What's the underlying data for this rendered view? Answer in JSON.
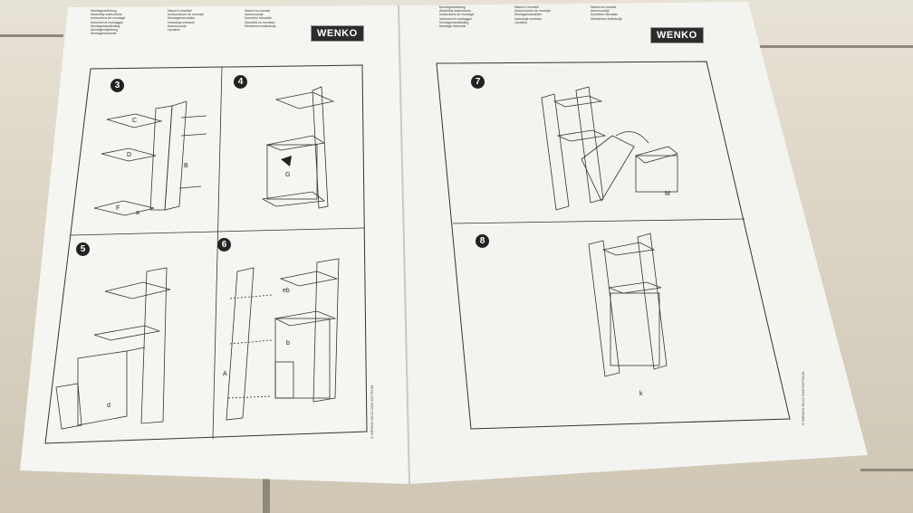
{
  "brand": {
    "left_logo": "WENKO",
    "right_logo": "WENKO"
  },
  "header_left": {
    "col1": [
      "Montageanleitung",
      "Assembly instructions",
      "Instructions de montage",
      "Istruzioni di montaggio",
      "Montagehandleiding",
      "Montagevejledning",
      "Montageinstructie"
    ],
    "col2": [
      "Návod k montáži",
      "Instrucciones de montaje",
      "Montageinstruktion",
      "Instrukcja montażu",
      "Asennusohje",
      "Uputstvo"
    ],
    "col3": [
      "Návod na montáž",
      "Asennusohje",
      "Szerelési útmutató",
      "Navodila za montažo",
      "Montavimo instrukcija"
    ]
  },
  "header_right": {
    "col1": [
      "Montageanleitung",
      "Assembly instructions",
      "Instructions de montage",
      "Istruzioni di montaggio",
      "Montagehandleiding",
      "Montage instructie"
    ],
    "col2": [
      "Návod k montáži",
      "Instrucciones de montaje",
      "Montageinstruktion",
      "Instrukcja montażu",
      "Uputstvo"
    ],
    "col3": [
      "Návod na montáž",
      "Asennusohje",
      "Szerelési útmutató",
      "Montavimo instrukcija"
    ]
  },
  "steps": {
    "s3": "3",
    "s4": "4",
    "s5": "5",
    "s6": "6",
    "s7": "7",
    "s8": "8"
  },
  "part_labels": {
    "C": "C",
    "D": "D",
    "F": "F",
    "B": "B",
    "G": "G",
    "A": "A",
    "M": "M",
    "a": "a",
    "b": "b",
    "d": "d",
    "eb": "eb",
    "k": "k"
  },
  "footer_left": "© WENKO 08.12.2019 50773100",
  "footer_right": "© WENKO 08.12.2019 50773100"
}
